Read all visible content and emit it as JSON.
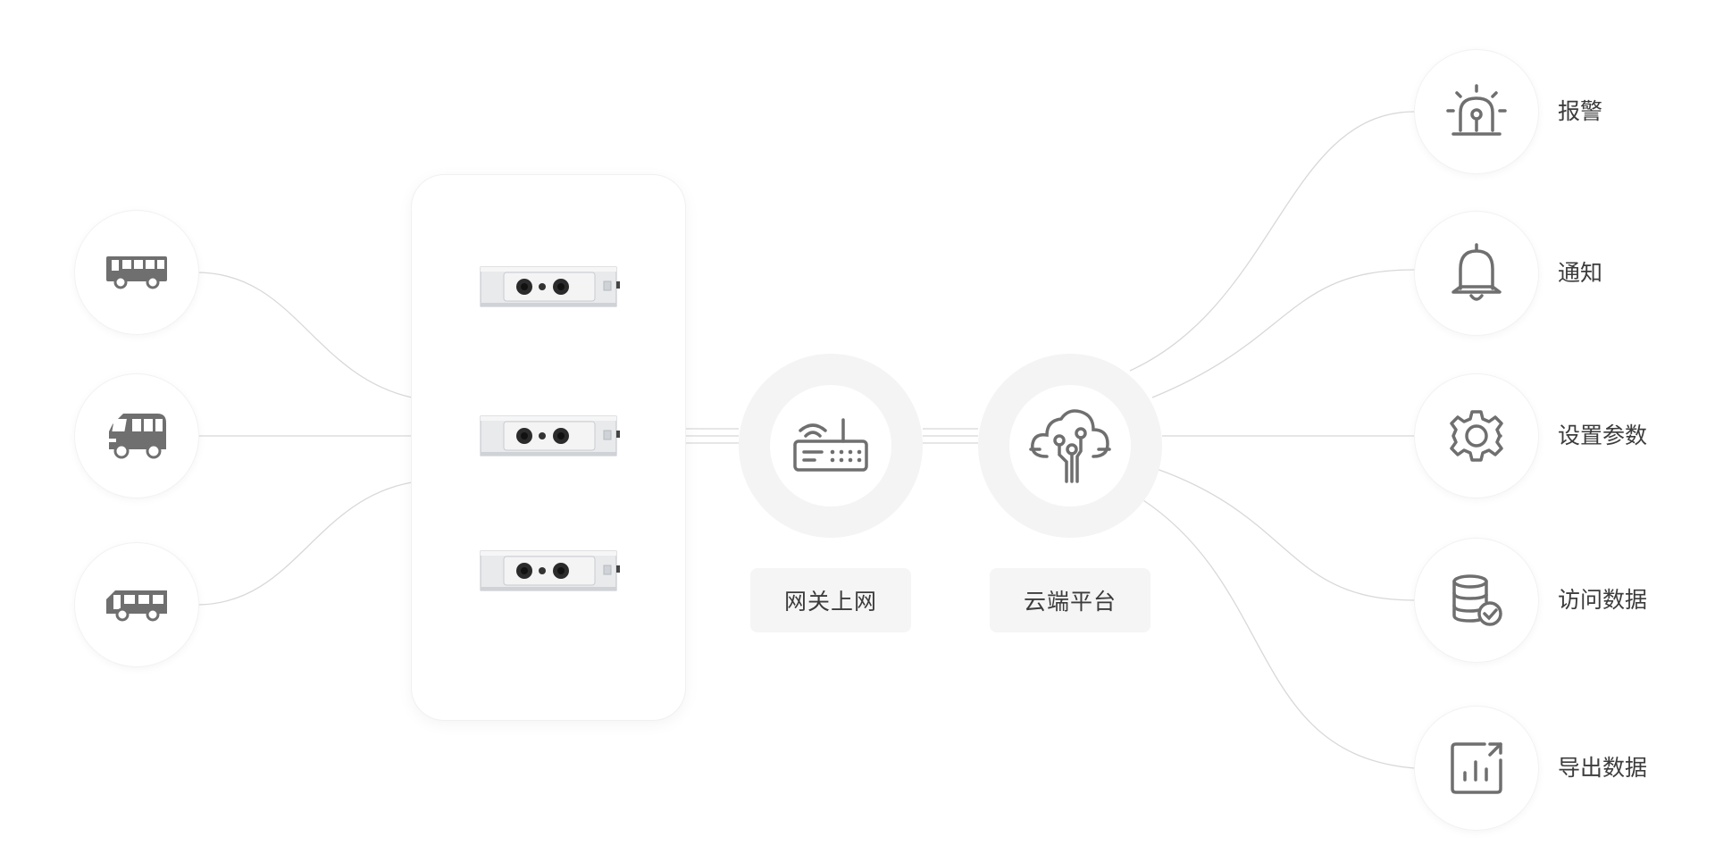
{
  "vehicles": [
    {
      "icon": "city-bus-icon"
    },
    {
      "icon": "school-bus-icon"
    },
    {
      "icon": "minibus-icon"
    }
  ],
  "devices": [
    {
      "icon": "people-counter-device-icon"
    },
    {
      "icon": "people-counter-device-icon"
    },
    {
      "icon": "people-counter-device-icon"
    }
  ],
  "gateway": {
    "label": "网关上网",
    "icon": "router-icon"
  },
  "cloud": {
    "label": "云端平台",
    "icon": "cloud-network-icon"
  },
  "outputs": [
    {
      "label": "报警",
      "icon": "alarm-light-icon"
    },
    {
      "label": "通知",
      "icon": "bell-icon"
    },
    {
      "label": "设置参数",
      "icon": "gear-icon"
    },
    {
      "label": "访问数据",
      "icon": "database-check-icon"
    },
    {
      "label": "导出数据",
      "icon": "chart-export-icon"
    }
  ],
  "colors": {
    "icon": "#6f6f6f",
    "line": "#d6d6d6",
    "hub_ring": "#f4f4f4",
    "label_bg": "#f5f5f5"
  }
}
